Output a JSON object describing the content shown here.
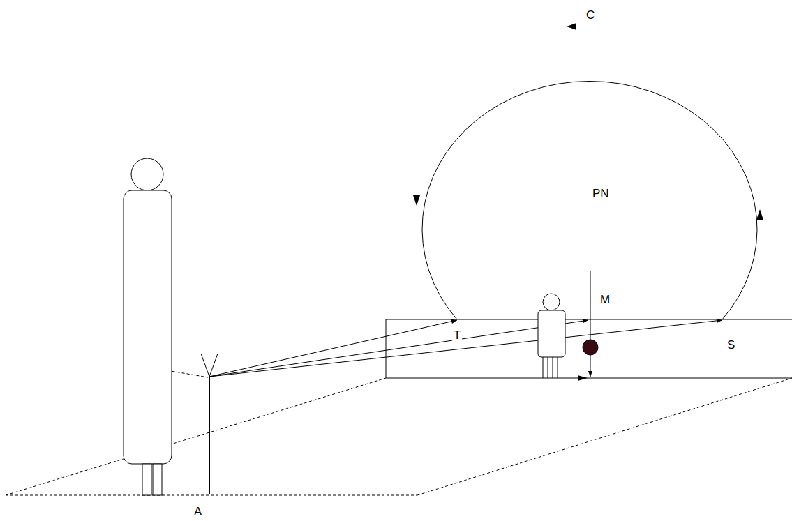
{
  "diagram": {
    "labels": [
      "C",
      "PN",
      "M",
      "T",
      "S",
      "A"
    ]
  }
}
